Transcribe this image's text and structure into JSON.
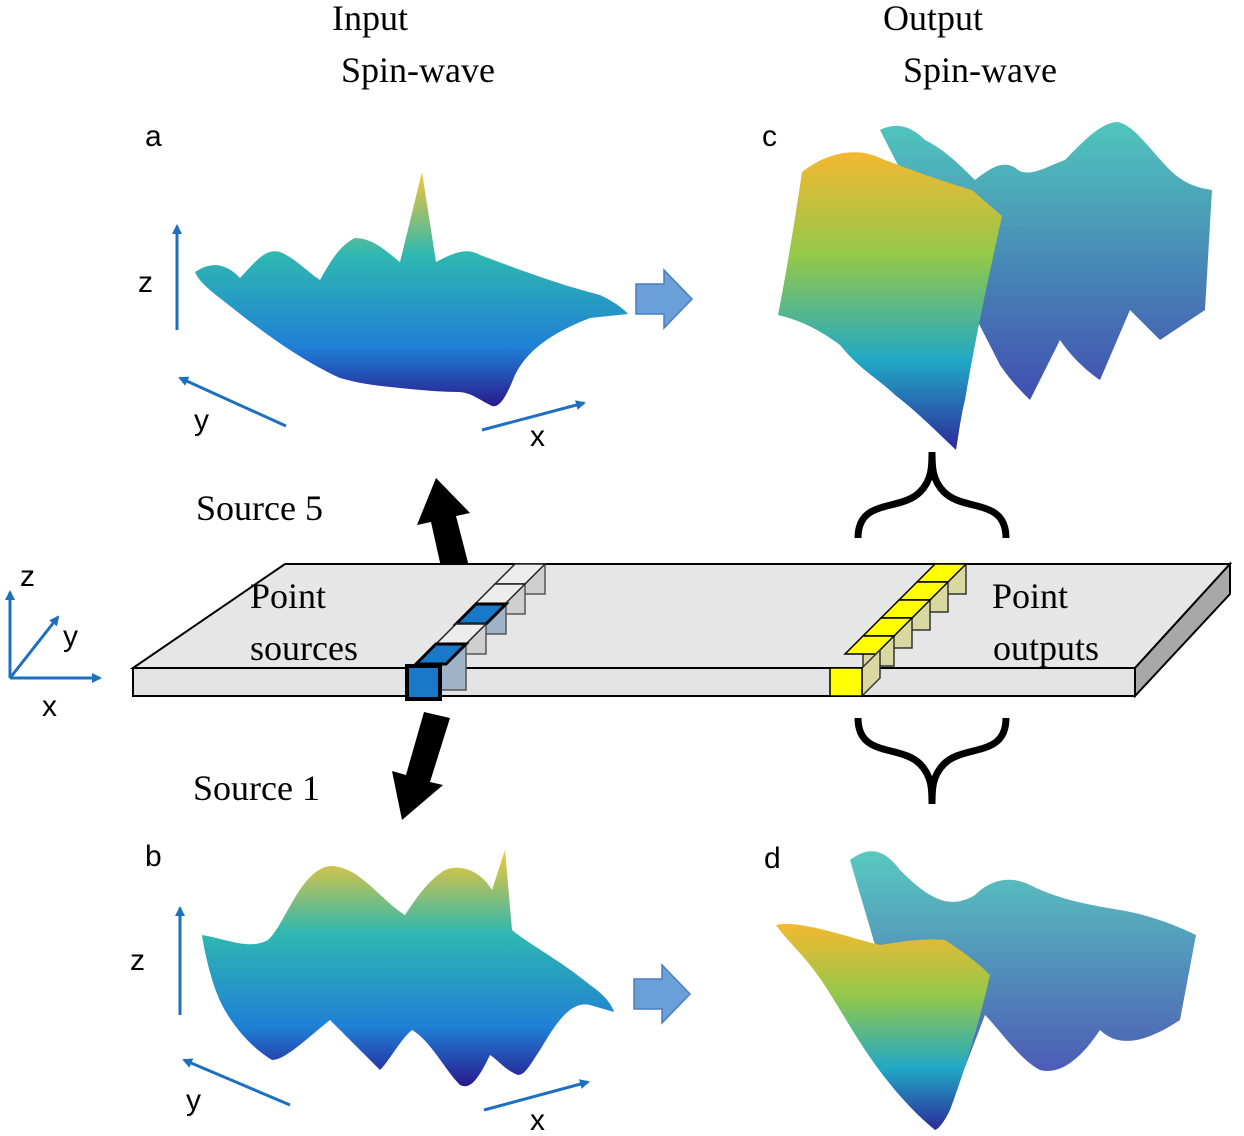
{
  "headers": {
    "input": {
      "line1": "Input",
      "line2": "Spin-wave"
    },
    "output": {
      "line1": "Output",
      "line2": "Spin-wave"
    }
  },
  "panels": {
    "a": {
      "letter": "a",
      "z": "z",
      "y": "y",
      "x": "x"
    },
    "b": {
      "letter": "b",
      "z": "z",
      "y": "y",
      "x": "x"
    },
    "c": {
      "letter": "c"
    },
    "d": {
      "letter": "d"
    }
  },
  "sources": {
    "top": "Source 5",
    "bottom": "Source 1"
  },
  "slab": {
    "left_label_line1": "Point",
    "left_label_line2": "sources",
    "right_label_line1": "Point",
    "right_label_line2": "outputs"
  },
  "axes": {
    "z": "z",
    "y": "y",
    "x": "x"
  },
  "colors": {
    "axis_blue": "#1f6fc0",
    "arrow_blue": "#6a9fd8",
    "slab_fill": "#e6e6e6",
    "source_cell": "#1a78c8",
    "output_cell": "#ffff00"
  }
}
